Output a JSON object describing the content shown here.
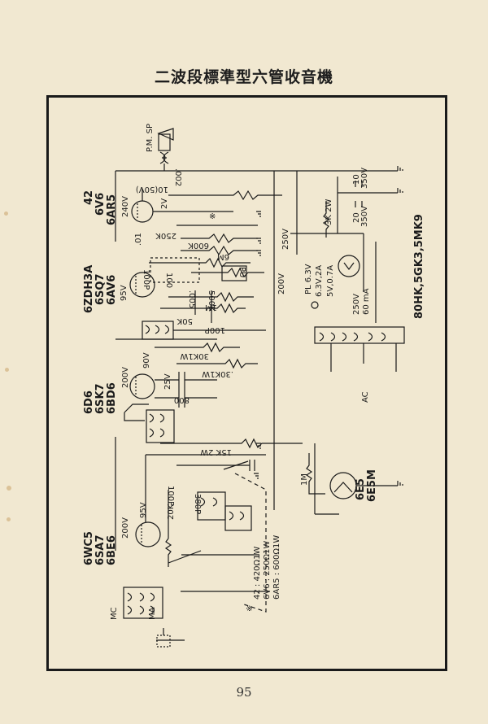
{
  "page": {
    "title": "二波段標準型六管收音機",
    "page_number": "95"
  },
  "tubes": {
    "output": [
      "42",
      "6V6",
      "6AR5"
    ],
    "detector": [
      "6ZDH3A",
      "6SQ7",
      "6AV6"
    ],
    "if_amp": [
      "6D6",
      "6SK7",
      "6BD6"
    ],
    "converter": [
      "6WC5",
      "6SA7",
      "6BE6"
    ],
    "rectifier": [
      "80HK,5GK3,5MK9"
    ],
    "tuning_eye": [
      "6E5",
      "6E5M"
    ]
  },
  "labels": {
    "speaker": "P.M. SP",
    "pu": "PU",
    "ac": "AC",
    "mc": "MC",
    "ma": "MA",
    "pl": "PL 6.3V",
    "filament_top": "6.3V,2A",
    "filament_mid": "5V,0.7A",
    "ht_ac": "250V",
    "ht_ma": "60 mA",
    "res_3k": "3K 2W",
    "cap_10": "10",
    "cap_10v": "350V",
    "cap_20": "20",
    "cap_20v": "350V",
    "v_240": "240V",
    "v_250": "250V",
    "v_200_main": "200V",
    "v_200_if": "200V",
    "v_200_conv": "200V",
    "v_95_det": "95V",
    "v_95_conv": "95V",
    "v_90": "90V",
    "v_2": "2V",
    "v_25": "25V",
    "c_002": ".002",
    "c_10_50v": "10(50V)",
    "c_01": ".01",
    "r_250k": "250K",
    "r_600k": "600K",
    "r_6m": "6M",
    "c_100p": "100P",
    "c_100": "100",
    "r_500k": "500K",
    "c_005": ".005",
    "r_1m": "1M",
    "r_50k": "50K",
    "c_100p_b": "100P",
    "r_30k": "30K1W",
    "r_30k_b": ".30K1W",
    "c_800": "800",
    "r_15k": "15K 2W",
    "r_1m_eye": "1M",
    "c_100p_conv": "100P",
    "r_20k": "20K",
    "c_380p": "380P",
    "note_mark": "※",
    "note_lines": [
      "42 : 420Ω1W",
      "6V6 : 250Ω1W",
      "6AR5 : 600Ω1W"
    ]
  }
}
